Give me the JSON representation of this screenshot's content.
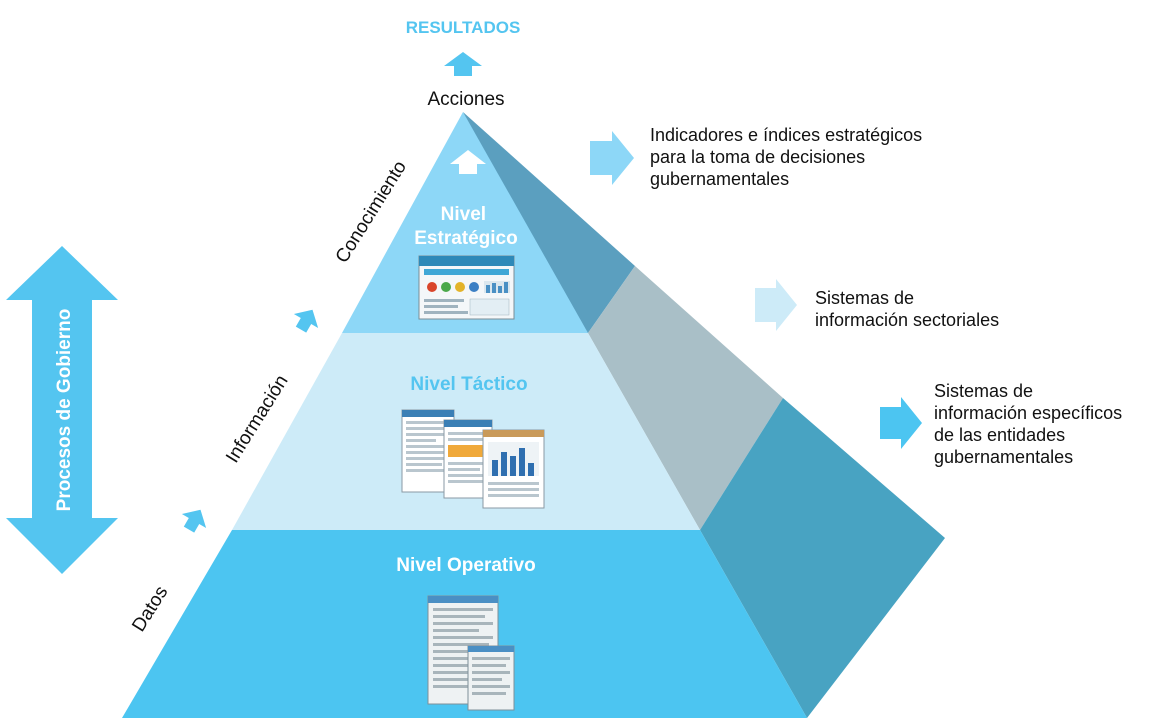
{
  "colors": {
    "accent": "#54C5F0",
    "top_face": "#8DD7F7",
    "middle_face": "#CDEBF8",
    "bottom_face": "#4CC5F1",
    "side_dark": "#5B9FBF",
    "side_grey": "#A9BFC7",
    "side_teal": "#48A3C2",
    "text_dark": "#111111",
    "text_light": "#ffffff"
  },
  "results": {
    "label": "RESULTADOS",
    "actions": "Acciones"
  },
  "vertical_arrow": {
    "label": "Procesos de Gobierno"
  },
  "stages": {
    "datos": "Datos",
    "informacion": "Información",
    "conocimiento": "Conocimiento"
  },
  "levels": {
    "strategic": [
      "Nivel",
      "Estratégico"
    ],
    "tactical": "Nivel Táctico",
    "operative": "Nivel Operativo"
  },
  "side_notes": {
    "strategic": [
      "Indicadores e índices estratégicos",
      "para la toma de decisiones",
      "gubernamentales"
    ],
    "tactical": [
      "Sistemas de",
      "información sectoriales"
    ],
    "operative": [
      "Sistemas de",
      "información específicos",
      "de las entidades",
      "gubernamentales"
    ]
  },
  "icons": {
    "results_arrow": "up-arrow-icon",
    "inner_arrow": "up-arrow-icon",
    "stage_arrow": "diagonal-arrow-icon",
    "note_arrow": "right-arrow-icon",
    "vertical_arrow": "double-arrow-icon",
    "strategic_screen": "dashboard-screenshot-icon",
    "tactical_docs": "reports-screenshot-icon",
    "operative_docs": "forms-screenshot-icon"
  }
}
